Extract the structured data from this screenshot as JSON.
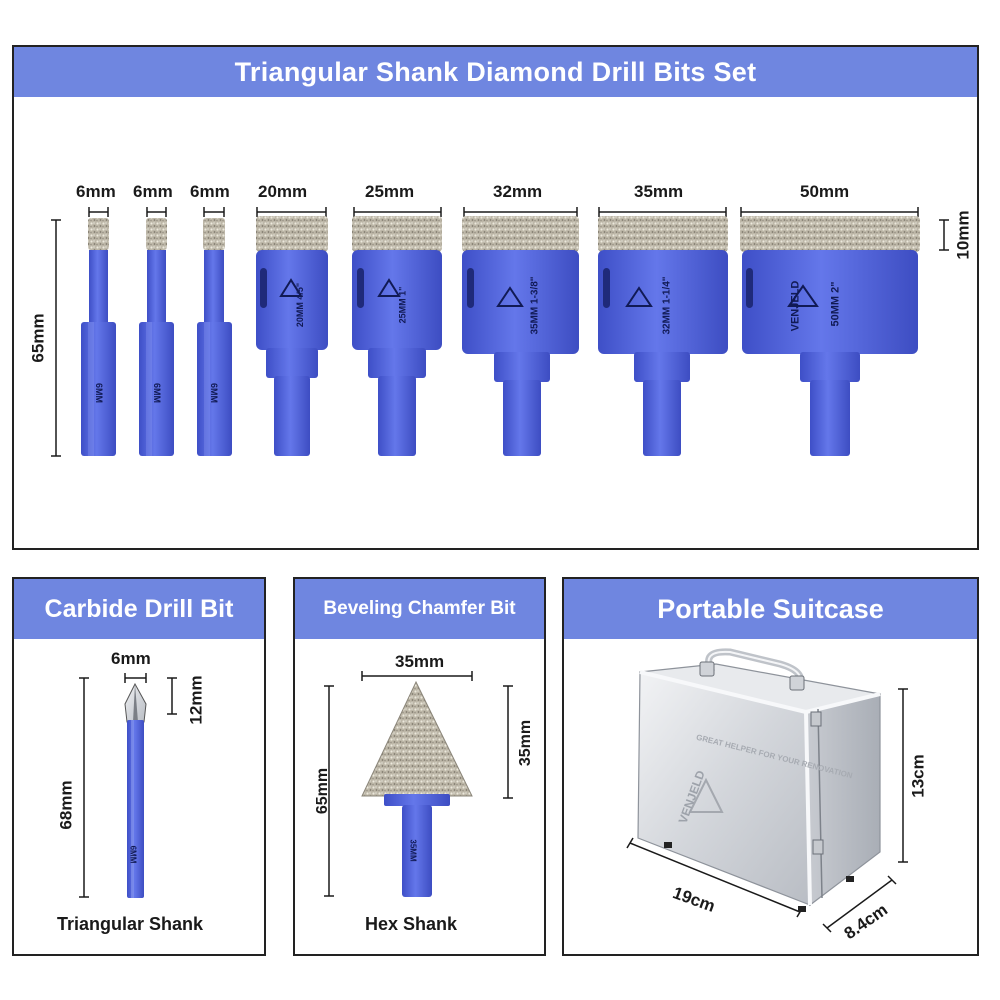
{
  "top_panel": {
    "title": "Triangular Shank Diamond Drill Bits Set",
    "size_labels": [
      "6mm",
      "6mm",
      "6mm",
      "20mm",
      "25mm",
      "32mm",
      "35mm",
      "50mm"
    ],
    "length_label": "65mm",
    "crown_label": "10mm",
    "bit_markings": [
      "6MM",
      "6MM",
      "6MM",
      "20MM 4/5\"",
      "25MM 1\"",
      "35MM 1-3/8\"",
      "32MM 1-1/4\"",
      "50MM 2\""
    ],
    "brand": "VENJELD"
  },
  "carbide_panel": {
    "title": "Carbide Drill Bit",
    "diameter_label": "6mm",
    "tip_label": "12mm",
    "length_label": "68mm",
    "bit_marking": "6MM",
    "caption": "Triangular Shank"
  },
  "chamfer_panel": {
    "title": "Beveling Chamfer Bit",
    "diameter_label": "35mm",
    "height_label": "35mm",
    "length_label": "65mm",
    "bit_marking": "35MM",
    "caption": "Hex Shank"
  },
  "case_panel": {
    "title": "Portable Suitcase",
    "height_label": "13cm",
    "width_label": "19cm",
    "depth_label": "8.4cm",
    "case_brand": "VENJELD",
    "case_slogan": "GREAT HELPER FOR YOUR RENOVATION"
  },
  "colors": {
    "header_blue": "#6f86e0",
    "bit_blue": "#4d5fd6",
    "diamond_grey": "#b8b3a6",
    "case_silver": "#d9dce0"
  }
}
